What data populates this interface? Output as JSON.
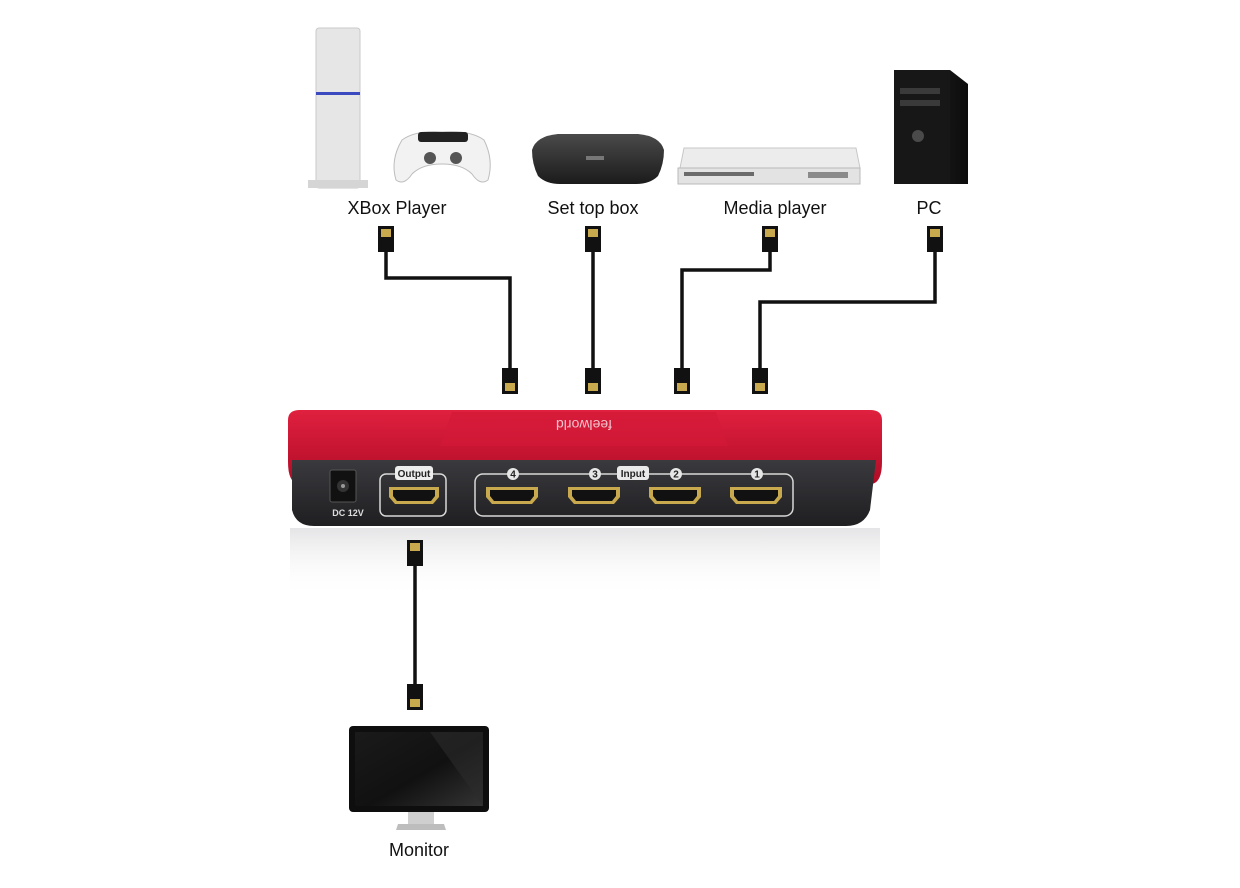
{
  "devices": {
    "xbox": {
      "label": "XBox Player",
      "icon": "game-console-icon"
    },
    "settop": {
      "label": "Set top box",
      "icon": "set-top-box-icon"
    },
    "media": {
      "label": "Media player",
      "icon": "media-player-icon"
    },
    "pc": {
      "label": "PC",
      "icon": "pc-tower-icon"
    },
    "monitor": {
      "label": "Monitor",
      "icon": "monitor-icon"
    }
  },
  "switcher": {
    "output_label": "Output",
    "input_label": "Input",
    "power_label": "DC 12V",
    "port_numbers": [
      "4",
      "3",
      "2",
      "1"
    ],
    "body_color": "#c8102e",
    "panel_color": "#2e2e32"
  }
}
